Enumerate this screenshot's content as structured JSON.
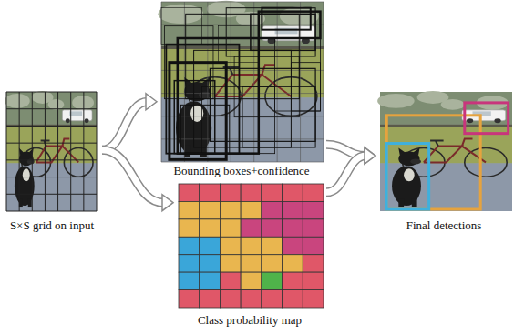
{
  "diagram": {
    "nodes": [
      {
        "text": [
          "S×S grid on input"
        ]
      },
      {
        "text": [
          "Bounding boxes+confidence"
        ]
      },
      {
        "text": [
          "Class probability map"
        ]
      },
      {
        "text": [
          "Final detections"
        ]
      }
    ],
    "edges": [
      {
        "from": 0,
        "to": 1,
        "arrow": "to"
      },
      {
        "from": 0,
        "to": 2,
        "arrow": "to"
      },
      {
        "from": 1,
        "to": 3,
        "arrow": "to"
      },
      {
        "from": 2,
        "to": 3,
        "arrow": "to"
      }
    ]
  }
}
